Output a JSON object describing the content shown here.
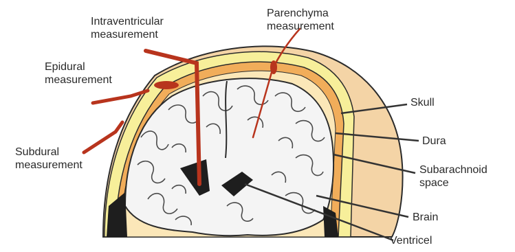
{
  "labels": {
    "intraventricular": [
      "Intraventricular",
      "measurement"
    ],
    "parenchyma": [
      "Parenchyma",
      "measurement"
    ],
    "epidural": [
      "Epidural",
      "measurement"
    ],
    "subdural": [
      "Subdural",
      "measurement"
    ],
    "skull": "Skull",
    "dura": "Dura",
    "subarachnoid": [
      "Subarachnoid",
      "space"
    ],
    "brain": "Brain",
    "ventricel": "Ventricel"
  },
  "colors": {
    "skull_outer": "#f4d4a6",
    "skull_bone": "#f7ef9a",
    "dura": "#f1ad5a",
    "brain": "#f4f4f4",
    "catheter": "#b8341d",
    "outline": "#2b2b2b",
    "shadow": "#1e1e1e"
  }
}
